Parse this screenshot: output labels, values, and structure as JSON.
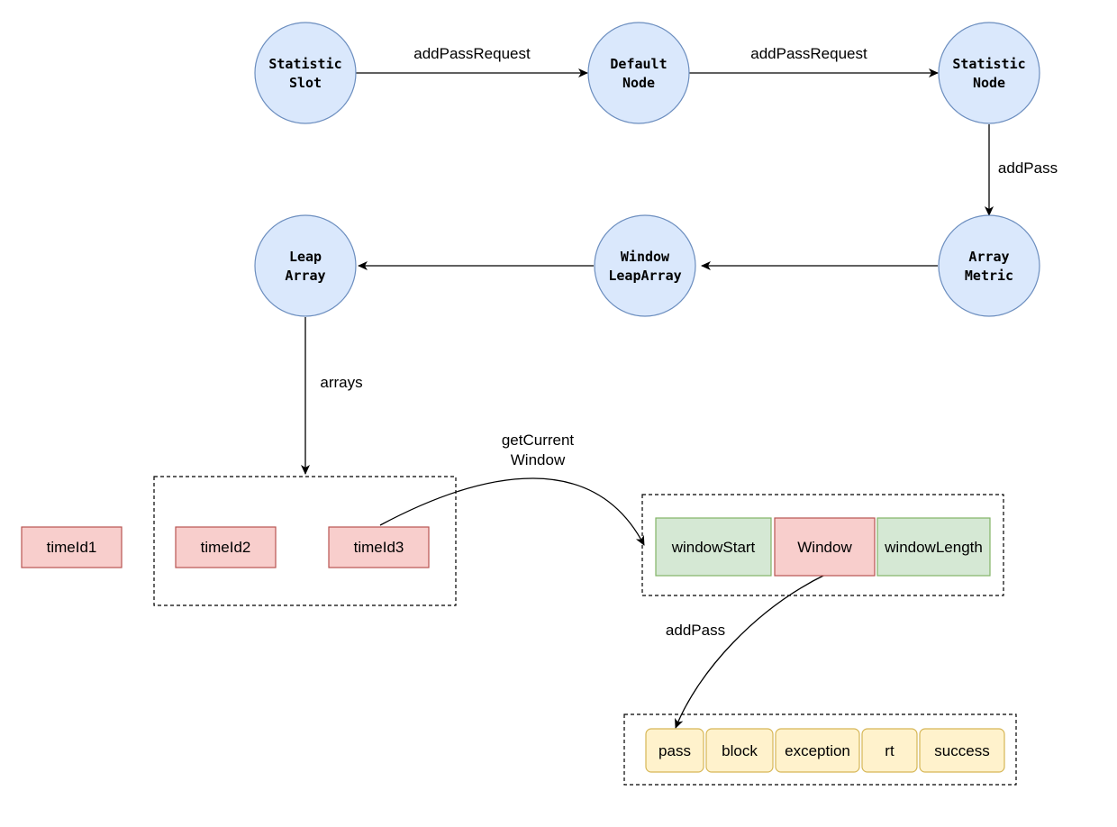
{
  "nodes": {
    "statistic_slot": [
      "Statistic",
      "Slot"
    ],
    "default_node": [
      "Default",
      "Node"
    ],
    "statistic_node": [
      "Statistic",
      "Node"
    ],
    "array_metric": [
      "Array",
      "Metric"
    ],
    "window_leap_array": [
      "Window",
      "LeapArray"
    ],
    "leap_array": [
      "Leap",
      "Array"
    ]
  },
  "edges": {
    "slot_to_default": "addPassRequest",
    "default_to_statistic": "addPassRequest",
    "statistic_to_metric": "addPass",
    "leap_to_arrays": "arrays",
    "get_current_window": [
      "getCurrent",
      "Window"
    ],
    "window_to_counters": "addPass"
  },
  "time_ids": [
    "timeId1",
    "timeId2",
    "timeId3"
  ],
  "window_fields": [
    "windowStart",
    "Window",
    "windowLength"
  ],
  "counters": [
    "pass",
    "block",
    "exception",
    "rt",
    "success"
  ],
  "colors": {
    "node_fill": "#dae8fc",
    "node_stroke": "#6c8ebf",
    "red_fill": "#f8cecc",
    "green_fill": "#d5e8d4",
    "yellow_fill": "#fff2cc"
  }
}
